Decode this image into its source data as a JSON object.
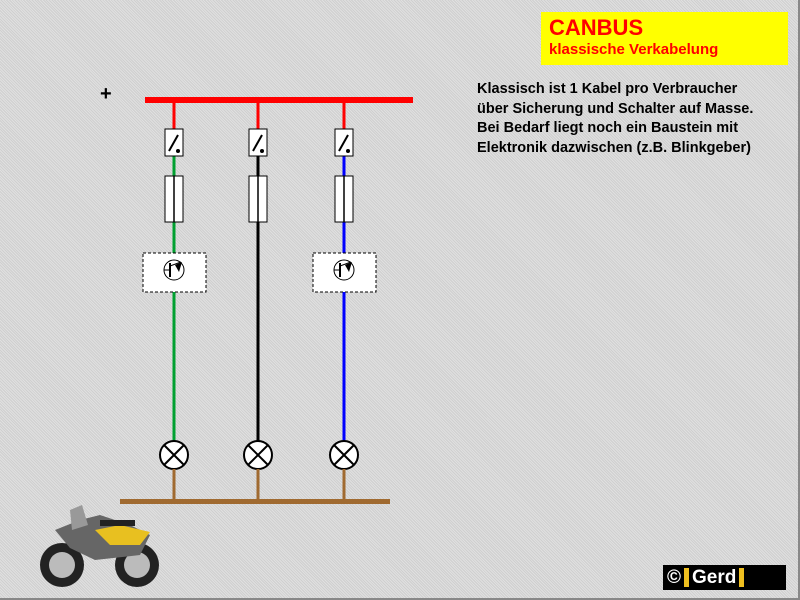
{
  "title": {
    "heading": "CANBUS",
    "subheading": "klassische Verkabelung"
  },
  "plus_label": "+",
  "description": [
    "Klassisch ist 1 Kabel pro Verbraucher",
    "über Sicherung und Schalter auf Masse.",
    "Bei Bedarf liegt noch ein Baustein mit",
    "Elektronik dazwischen (z.B. Blinkgeber)"
  ],
  "circuits": [
    {
      "wire_color": "#00a030",
      "has_electronics": true
    },
    {
      "wire_color": "#000000",
      "has_electronics": false
    },
    {
      "wire_color": "#0000ff",
      "has_electronics": true
    }
  ],
  "colors": {
    "positive_bus": "#ff0000",
    "ground_bus": "#a06a30",
    "title_bg": "#ffff00"
  },
  "logo": {
    "copyright": "©",
    "name": "Gerd"
  }
}
